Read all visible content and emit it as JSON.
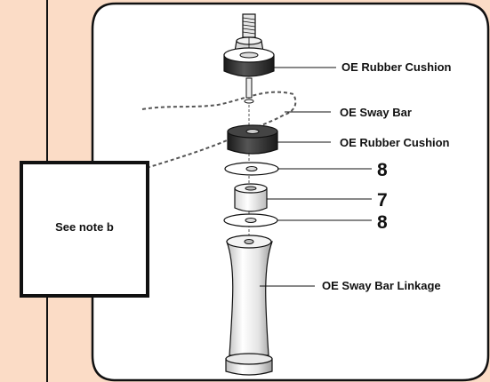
{
  "labels": {
    "top_cushion": "OE Rubber Cushion",
    "sway_bar": "OE Sway Bar",
    "lower_cushion": "OE Rubber Cushion",
    "washer_upper": "8",
    "spacer": "7",
    "washer_lower": "8",
    "linkage": "OE Sway Bar Linkage",
    "note": "See note b"
  },
  "colors": {
    "background": "#fbdcc6",
    "panel": "#ffffff",
    "cushion_dark": "#2c2c2c",
    "line": "#111111"
  }
}
